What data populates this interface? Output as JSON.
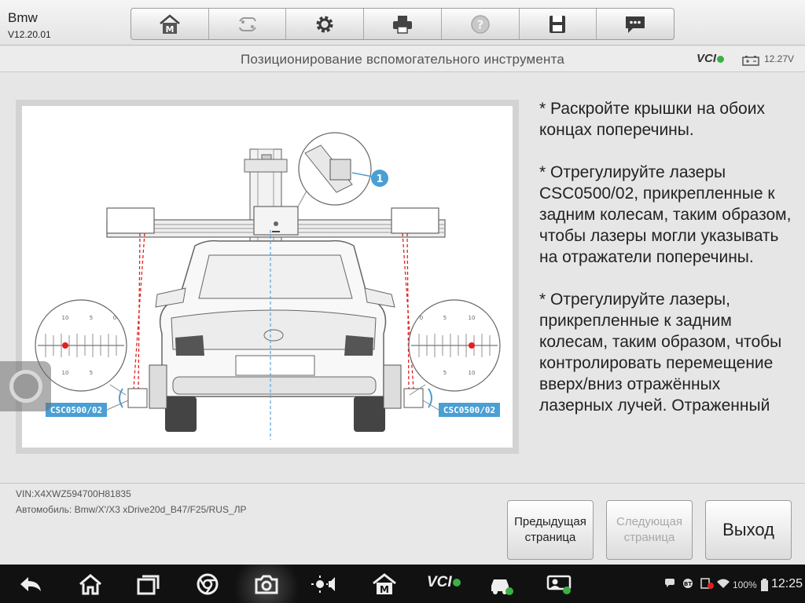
{
  "app": {
    "name": "Bmw",
    "version": "V12.20.01"
  },
  "toolbar": {
    "items": [
      {
        "icon": "home-m-icon"
      },
      {
        "icon": "vehicle-swap-icon"
      },
      {
        "icon": "gear-icon"
      },
      {
        "icon": "printer-icon"
      },
      {
        "icon": "help-icon"
      },
      {
        "icon": "save-icon"
      },
      {
        "icon": "chat-icon"
      }
    ]
  },
  "titlebar": {
    "title": "Позиционирование вспомогательного инструмента",
    "vci": "VCI",
    "voltage": "12.27V"
  },
  "figure": {
    "callout": "1",
    "left_label": "CSC0500/02",
    "right_label": "CSC0500/02",
    "scale_left_top": "10",
    "scale_left_top2": "5",
    "scale_left_top3": "0",
    "scale_left_bottom": "10",
    "scale_left_bottom2": "5",
    "scale_right_top": "0",
    "scale_right_top2": "5",
    "scale_right_top3": "10",
    "scale_right_bottom2": "5",
    "scale_right_bottom": "10"
  },
  "instructions": "* Раскройте крышки на обоих концах поперечины.\n\n* Отрегулируйте лазеры CSC0500/02, прикрепленные к задним колесам, таким образом, чтобы лазеры могли указывать на отражатели поперечины.\n\n* Отрегулируйте лазеры, прикрепленные к задним колесам, таким образом, чтобы контролировать перемещение вверх/вниз отражённых лазерных лучей. Отраженный",
  "vehicle_info": {
    "vin": "VIN:X4XWZ594700H81835",
    "vehicle": "Автомобиль: Bmw/X'/X3 xDrive20d_B47/F25/RUS_ЛР"
  },
  "buttons": {
    "prev": "Предыдущая страница",
    "next": "Следующая страница",
    "exit": "Выход"
  },
  "navbar": {
    "vci": "VCI",
    "battery": "100%",
    "time": "12:25"
  },
  "colors": {
    "accent_blue": "#5ba3d9",
    "laser_red": "#e02020",
    "label_blue": "#4a9fd4",
    "vci_green": "#3cb043"
  }
}
